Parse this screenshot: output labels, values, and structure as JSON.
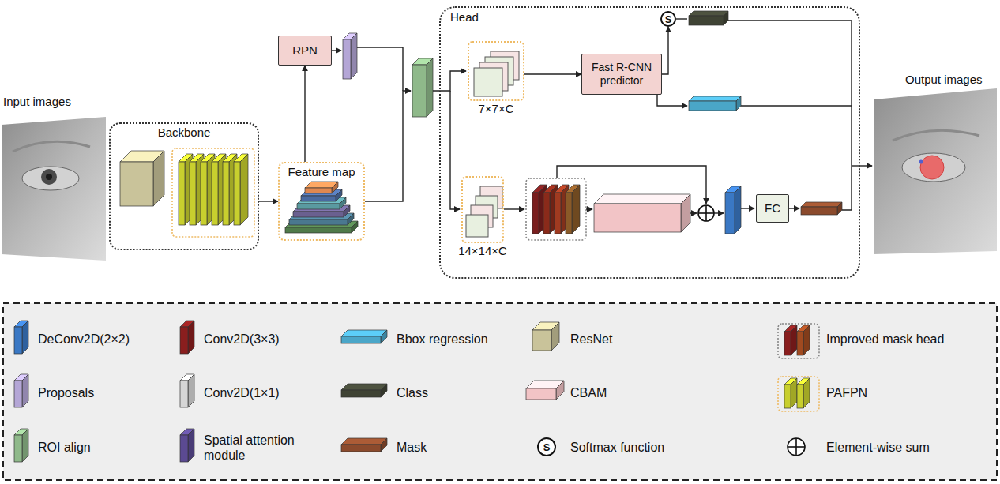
{
  "diagram": {
    "nodes": [
      {
        "text": [
          "Backbone"
        ]
      },
      {
        "text": [
          "Feature map"
        ]
      },
      {
        "text": [
          "RPN"
        ]
      },
      {
        "text": [
          "Head"
        ]
      },
      {
        "text": [
          "7×7×C"
        ],
        "in": 3
      },
      {
        "text": [
          "Fast R-CNN predictor"
        ],
        "in": 3
      },
      {
        "text": [
          "S"
        ],
        "in": 3
      },
      {
        "text": [
          "14×14×C"
        ],
        "in": 3
      },
      {
        "text": [
          "FC"
        ],
        "in": 3
      }
    ],
    "edges": [
      {
        "from": 0,
        "to": 1,
        "arrow": "to"
      },
      {
        "from": 1,
        "to": 2,
        "arrow": "to"
      },
      {
        "from": 4,
        "to": 5,
        "arrow": "to"
      },
      {
        "from": 5,
        "to": 6,
        "arrow": "to"
      }
    ],
    "labels": [
      "Input images",
      "Output images",
      "S"
    ],
    "legend": [
      {
        "text": "DeConv2D(2×2)"
      },
      {
        "text": "Conv2D(3×3)"
      },
      {
        "text": "Bbox regression"
      },
      {
        "text": "ResNet"
      },
      {
        "text": "Improved mask head"
      },
      {
        "text": "Proposals"
      },
      {
        "text": "Conv2D(1×1)"
      },
      {
        "text": "Class"
      },
      {
        "text": "CBAM"
      },
      {
        "text": "PAFPN"
      },
      {
        "text": "ROI align"
      },
      {
        "text": "Spatial attention module"
      },
      {
        "text": "Mask"
      },
      {
        "text": "Softmax function"
      },
      {
        "text": "Element-wise sum"
      }
    ]
  }
}
